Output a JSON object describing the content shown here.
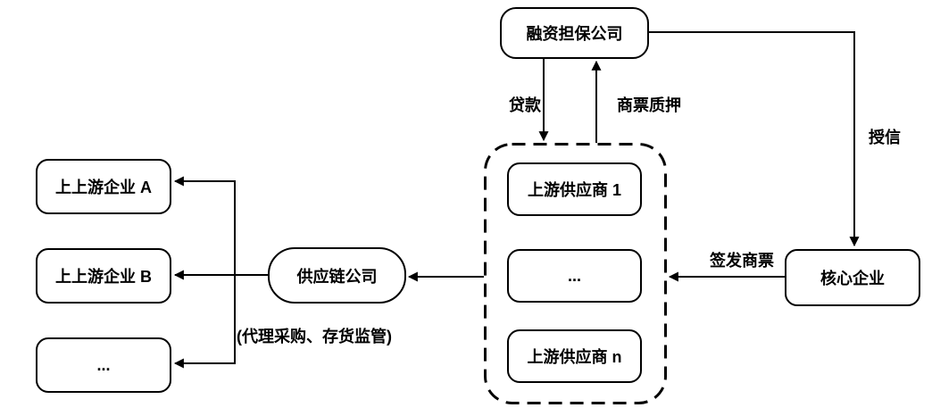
{
  "diagram": {
    "type": "flowchart",
    "colors": {
      "line": "#000000",
      "box_border": "#000000",
      "text": "#000000",
      "background": "#ffffff"
    },
    "nodes": {
      "financing_guarantee": "融资担保公司",
      "upstream_supplier_1": "上游供应商 1",
      "upstream_supplier_ellipsis": "...",
      "upstream_supplier_n": "上游供应商 n",
      "core_enterprise": "核心企业",
      "supply_chain_company": "供应链公司",
      "upper_upstream_a": "上上游企业 A",
      "upper_upstream_b": "上上游企业 B",
      "upper_upstream_ellipsis": "..."
    },
    "edge_labels": {
      "loan": "贷款",
      "bill_pledge": "商票质押",
      "credit": "授信",
      "issue_bill": "签发商票",
      "agency_note": "(代理采购、存货监管)"
    }
  }
}
